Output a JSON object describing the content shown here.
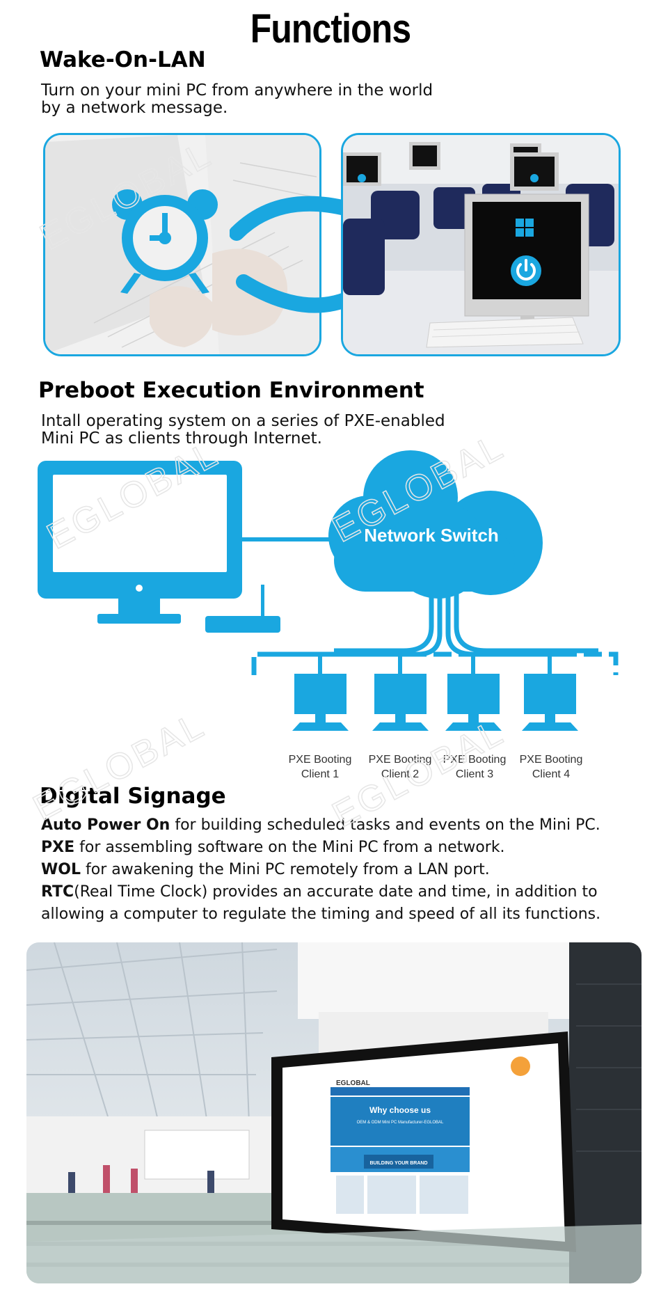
{
  "title": "Functions",
  "brand_watermark": "EGLOBAL",
  "wol": {
    "title": "Wake-On-LAN",
    "desc_line1": "Turn on your mini PC from anywhere in the world",
    "desc_line2": "by a network message.",
    "icons": [
      "alarm-clock-icon",
      "arrow-icon",
      "power-icon",
      "windows-logo-icon"
    ]
  },
  "pxe": {
    "title": "Preboot Execution Environment",
    "desc_line1": "Intall operating system on a series of PXE-enabled",
    "desc_line2": "Mini PC as clients through Internet.",
    "switch_label": "Network Switch",
    "clients": [
      {
        "line1": "PXE Booting",
        "line2": "Client 1"
      },
      {
        "line1": "PXE Booting",
        "line2": "Client 2"
      },
      {
        "line1": "PXE Booting",
        "line2": "Client 3"
      },
      {
        "line1": "PXE Booting",
        "line2": "Client 4"
      }
    ]
  },
  "signage": {
    "title": "Digital Signage",
    "lines": [
      {
        "term": "Auto Power On",
        "text": " for building scheduled tasks and events on the Mini PC."
      },
      {
        "term": "PXE",
        "text": " for assembling software on the Mini PC from a network."
      },
      {
        "term": "WOL",
        "text": " for awakening the Mini PC remotely from a LAN port."
      },
      {
        "term": "RTC",
        "text": "(Real Time Clock) provides an accurate date and time, in addition to"
      },
      {
        "term": "",
        "text": "allowing a computer to regulate the timing and speed of all its functions."
      }
    ],
    "screen": {
      "logo": "EGLOBAL",
      "headline": "Why choose us",
      "subhead": "OEM & ODM Mini PC Manufacturer-EGLOBAL",
      "banner": "BUILDING YOUR BRAND"
    }
  },
  "colors": {
    "accent": "#1aa7e0",
    "text": "#111111"
  }
}
